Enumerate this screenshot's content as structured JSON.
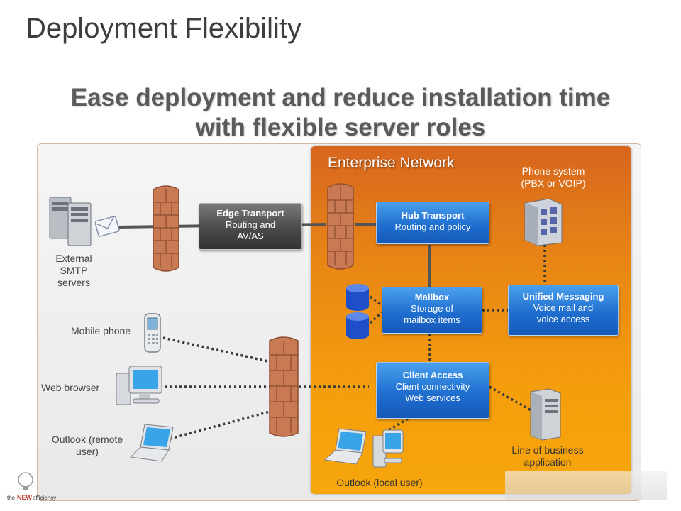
{
  "slide": {
    "title": "Deployment Flexibility",
    "subtitle_line1": "Ease deployment and reduce installation time",
    "subtitle_line2": "with flexible server roles"
  },
  "enterprise_network": {
    "label": "Enterprise Network"
  },
  "roles": {
    "edge": {
      "title": "Edge Transport",
      "desc1": "Routing and",
      "desc2": "AV/AS"
    },
    "hub": {
      "title": "Hub Transport",
      "desc1": "Routing and policy"
    },
    "mailbox": {
      "title": "Mailbox",
      "desc1": "Storage of",
      "desc2": "mailbox items"
    },
    "um": {
      "title": "Unified Messaging",
      "desc1": "Voice mail and",
      "desc2": "voice access"
    },
    "cas": {
      "title": "Client Access",
      "desc1": "Client connectivity",
      "desc2": "Web services"
    }
  },
  "labels": {
    "phone_system_1": "Phone system",
    "phone_system_2": "(PBX or VOIP)",
    "external_smtp_1": "External",
    "external_smtp_2": "SMTP",
    "external_smtp_3": "servers",
    "mobile_phone": "Mobile phone",
    "web_browser": "Web browser",
    "outlook_remote_1": "Outlook (remote",
    "outlook_remote_2": "user)",
    "outlook_local": "Outlook (local user)",
    "lob_1": "Line of business",
    "lob_2": "application"
  },
  "branding": {
    "logo_text_1": "the",
    "logo_text_2": "NEW",
    "logo_text_3": "efficiency"
  },
  "colors": {
    "enterprise_orange": "#ee8c14",
    "role_blue": "#1f6fd0",
    "role_dark": "#4a4a4a",
    "firewall": "#c97a55"
  }
}
